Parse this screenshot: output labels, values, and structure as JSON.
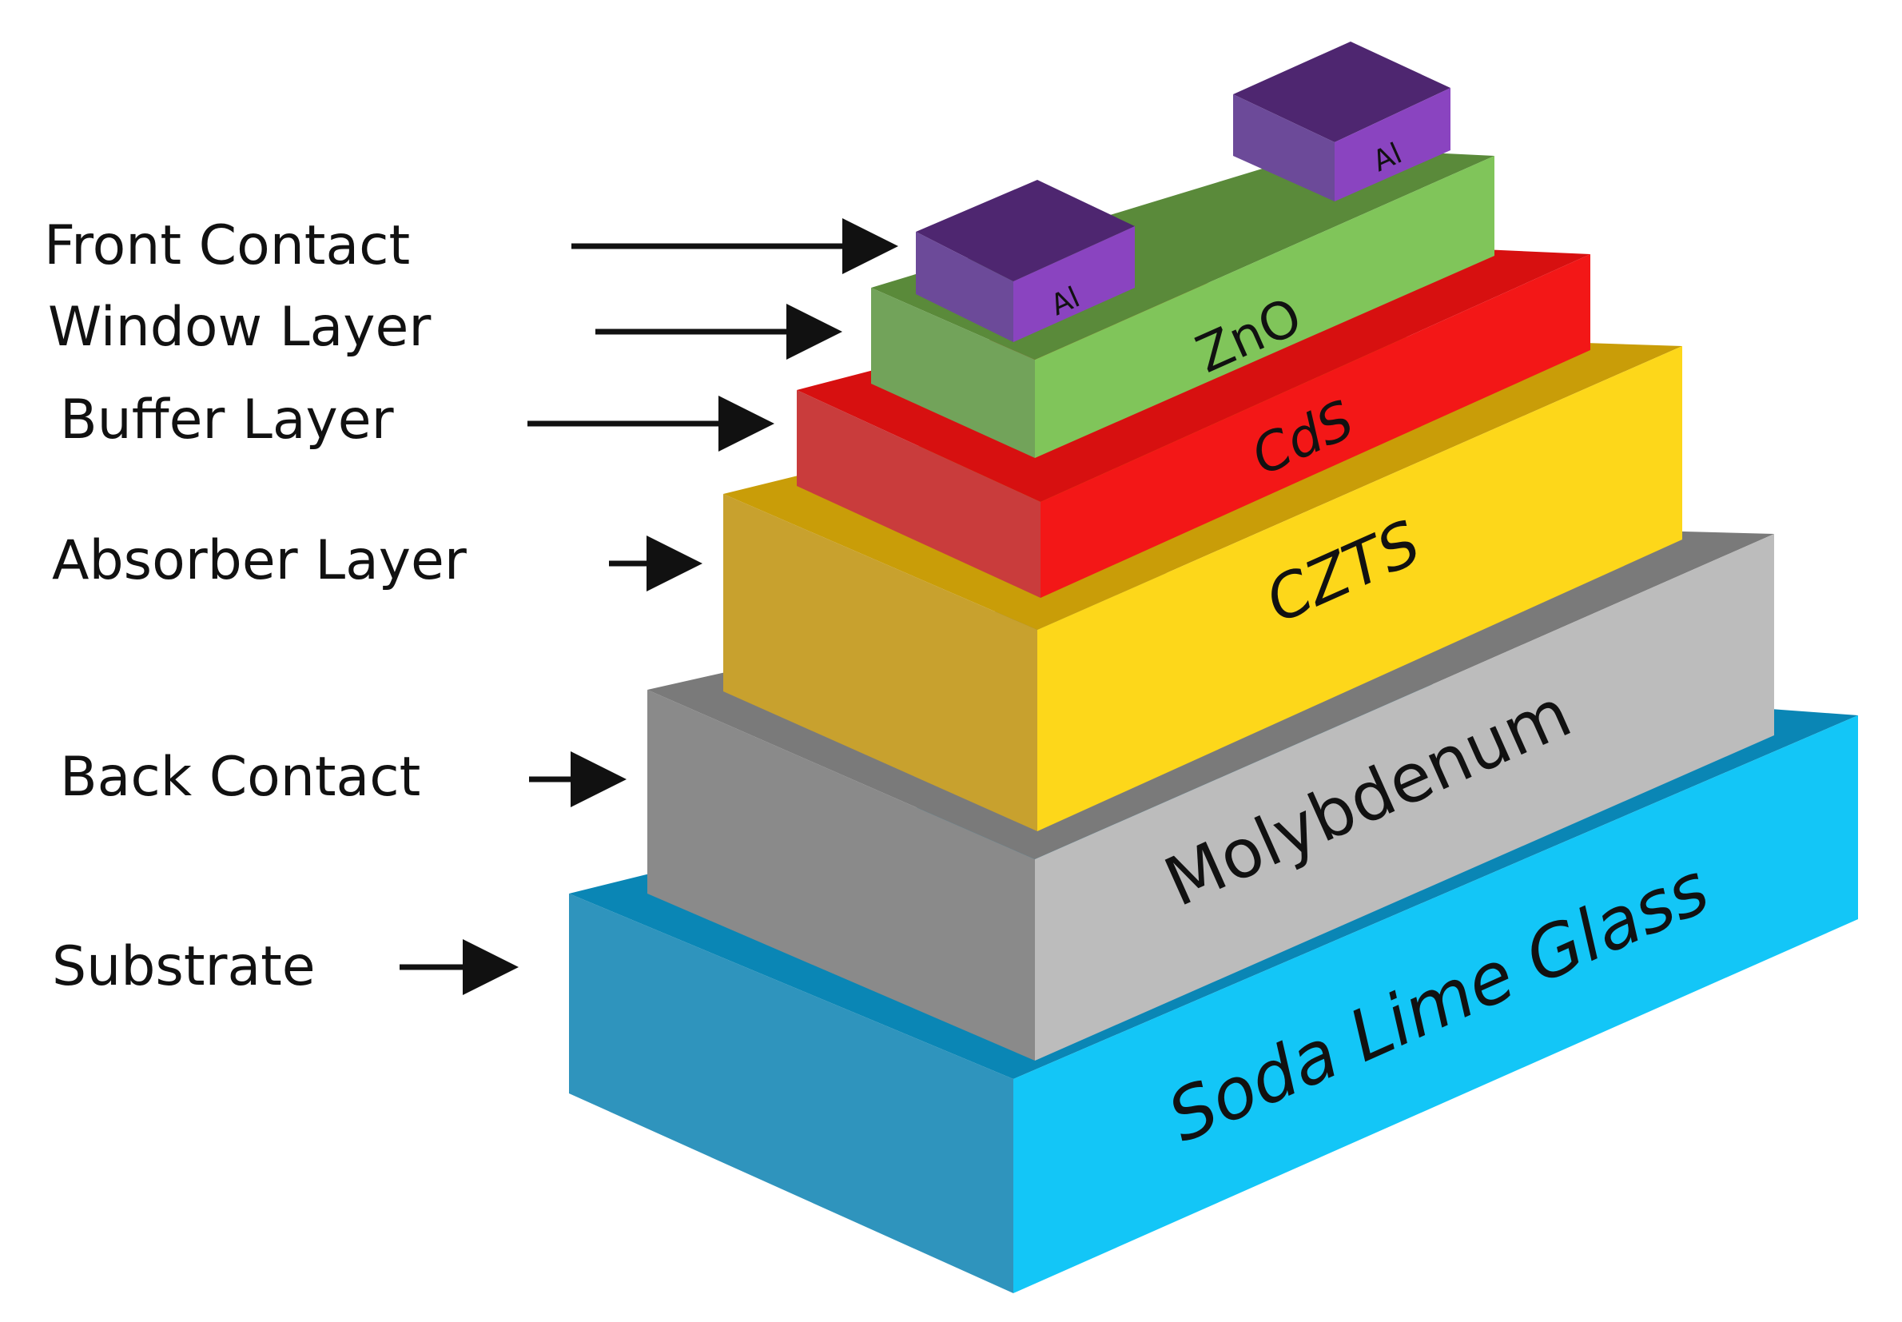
{
  "labels": {
    "front_contact": "Front Contact",
    "window_layer": "Window Layer",
    "buffer_layer": "Buffer Layer",
    "absorber_layer": "Absorber Layer",
    "back_contact": "Back Contact",
    "substrate": "Substrate"
  },
  "layers": {
    "contact_left": "Al",
    "contact_right": "Al",
    "zno": "ZnO",
    "cds": "CdS",
    "czts": "CZTS",
    "molybdenum": "Molybdenum",
    "glass": "Soda Lime Glass"
  },
  "colors": {
    "glass": "#13c6f7",
    "molybdenum": "#bcbcbc",
    "czts": "#fdd71a",
    "cds": "#f31717",
    "zno": "#80c55a",
    "aluminum": "#8a44c0"
  }
}
